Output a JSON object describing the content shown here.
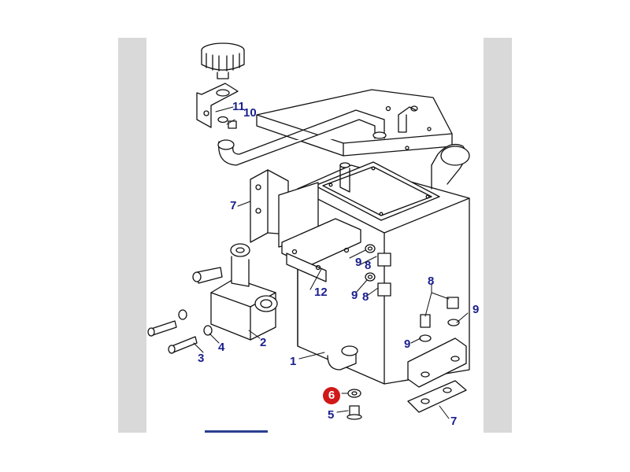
{
  "diagram": {
    "callouts": {
      "c11": "11",
      "c10": "10",
      "c7a": "7",
      "c9a": "9",
      "c8a": "8",
      "c12": "12",
      "c9b": "9",
      "c8b": "8",
      "c8c": "8",
      "c9c": "9",
      "c9d": "9",
      "c3": "3",
      "c4": "4",
      "c2": "2",
      "c1": "1",
      "c6": "6",
      "c5": "5",
      "c7b": "7"
    },
    "colors": {
      "callout_text": "#1a1f8c",
      "highlight": "#d01818",
      "side_strip": "#d9d9d9"
    }
  }
}
